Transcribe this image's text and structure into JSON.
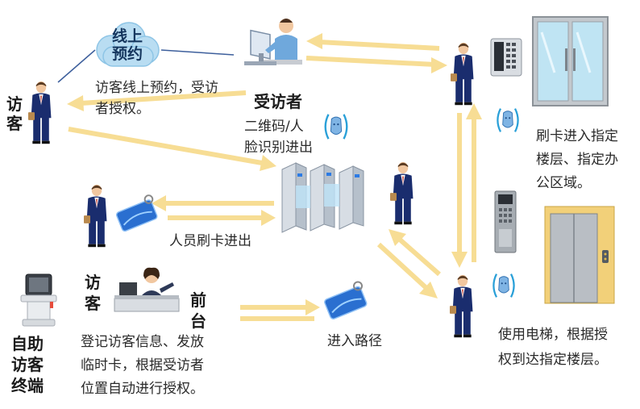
{
  "colors": {
    "arrow": "#f7dd94",
    "suit": "#1a2d6e",
    "cloud": "#b9ddf2",
    "card": "#2a6fd0"
  },
  "labels": {
    "cloud": [
      "线上",
      "预约"
    ],
    "visitor_left": [
      "访",
      "客"
    ],
    "online_text": [
      "访客线上预约，受访",
      "者授权。"
    ],
    "host": "受访者",
    "face_text": [
      "二维码/人",
      "脸识别进出"
    ],
    "card_text": "人员刷卡进出",
    "door_text": [
      "刷卡进入指定",
      "楼层、指定办",
      "公区域。"
    ],
    "reception_visitor": [
      "访",
      "客"
    ],
    "reception_front": [
      "前",
      "台"
    ],
    "kiosk": [
      "自助",
      "访客",
      "终端"
    ],
    "kiosk_text": [
      "登记访客信息、发放",
      "临时卡，根据受访者",
      "位置自动进行授权。"
    ],
    "path": "进入路径",
    "elevator_text": [
      "使用电梯，根据授",
      "权到达指定楼层。"
    ]
  },
  "icons": [
    "cloud-icon",
    "businessman-icon",
    "computer-user-icon",
    "face-scan-icon",
    "turnstile-icon",
    "access-card-icon",
    "keypad-icon",
    "glass-door-icon",
    "intercom-panel-icon",
    "elevator-icon",
    "receptionist-icon",
    "kiosk-icon"
  ]
}
